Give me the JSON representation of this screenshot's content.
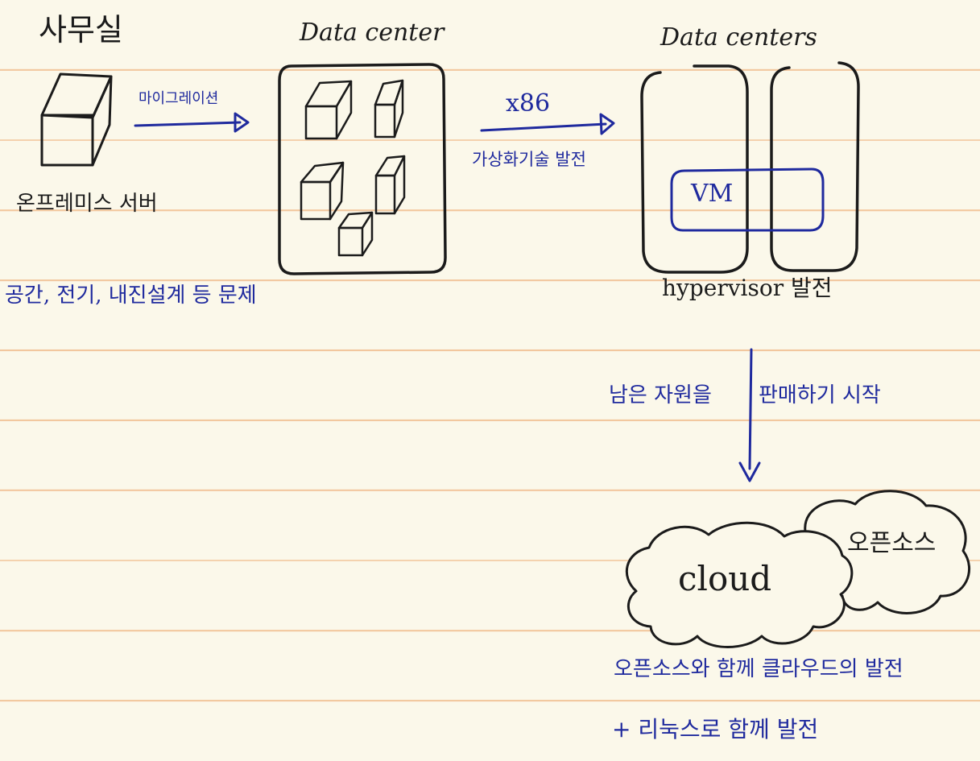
{
  "colors": {
    "paper": "#fbf8ea",
    "rule": "#f2c79e",
    "black_ink": "#1b1b1b",
    "blue_ink": "#1f2a9e"
  },
  "office": {
    "title": "사무실",
    "caption": "온프레미스 서버",
    "problem": "공간, 전기, 내진설계 등 문제"
  },
  "migration_arrow": {
    "label": "마이그레이션"
  },
  "datacenter": {
    "title": "Data center"
  },
  "x86_arrow": {
    "label_top": "x86",
    "label_bottom": "가상화기술 발전"
  },
  "datacenters": {
    "title": "Data centers",
    "vm_label": "VM",
    "caption": "hypervisor 발전"
  },
  "down_arrow": {
    "label_left": "남은 자원을",
    "label_right": "판매하기 시작"
  },
  "clouds": {
    "main_label": "cloud",
    "side_label": "오픈소스"
  },
  "footer": {
    "line1": "오픈소스와 함께 클라우드의 발전",
    "line2": "+ 리눅스로 함께 발전"
  }
}
